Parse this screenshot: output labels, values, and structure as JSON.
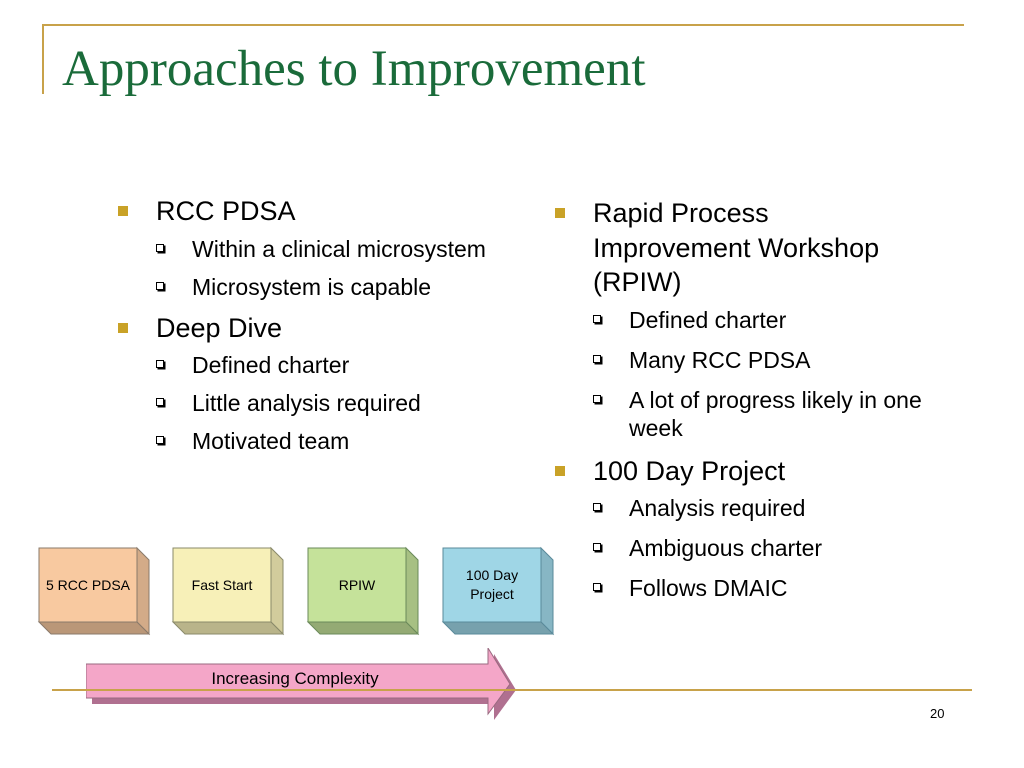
{
  "slide": {
    "title": "Approaches to Improvement",
    "page_number": "20"
  },
  "left_column": {
    "items": [
      {
        "label": "RCC PDSA",
        "subitems": [
          "Within a clinical microsystem",
          "Microsystem is capable"
        ]
      },
      {
        "label": "Deep Dive",
        "subitems": [
          "Defined charter",
          "Little analysis required",
          "Motivated team"
        ]
      }
    ]
  },
  "right_column": {
    "items": [
      {
        "label": "Rapid Process Improvement Workshop (RPIW)",
        "subitems": [
          "Defined charter",
          "Many RCC PDSA",
          "A lot of progress likely in one week"
        ]
      },
      {
        "label": "100 Day Project",
        "subitems": [
          "Analysis required",
          "Ambiguous charter",
          "Follows DMAIC"
        ]
      }
    ]
  },
  "diagram": {
    "boxes": [
      {
        "label": "5 RCC PDSA",
        "color": "#f8c9a0"
      },
      {
        "label": "Fast Start",
        "color": "#f7f0b8"
      },
      {
        "label": "RPIW",
        "color": "#c5e29a"
      },
      {
        "label": "100 Day Project",
        "color": "#9fd6e6"
      }
    ],
    "arrow_label": "Increasing Complexity",
    "arrow_color": "#f4a6c8"
  },
  "colors": {
    "title": "#1a6b3a",
    "frame": "#c8a24a",
    "bullet": "#c9a227"
  }
}
